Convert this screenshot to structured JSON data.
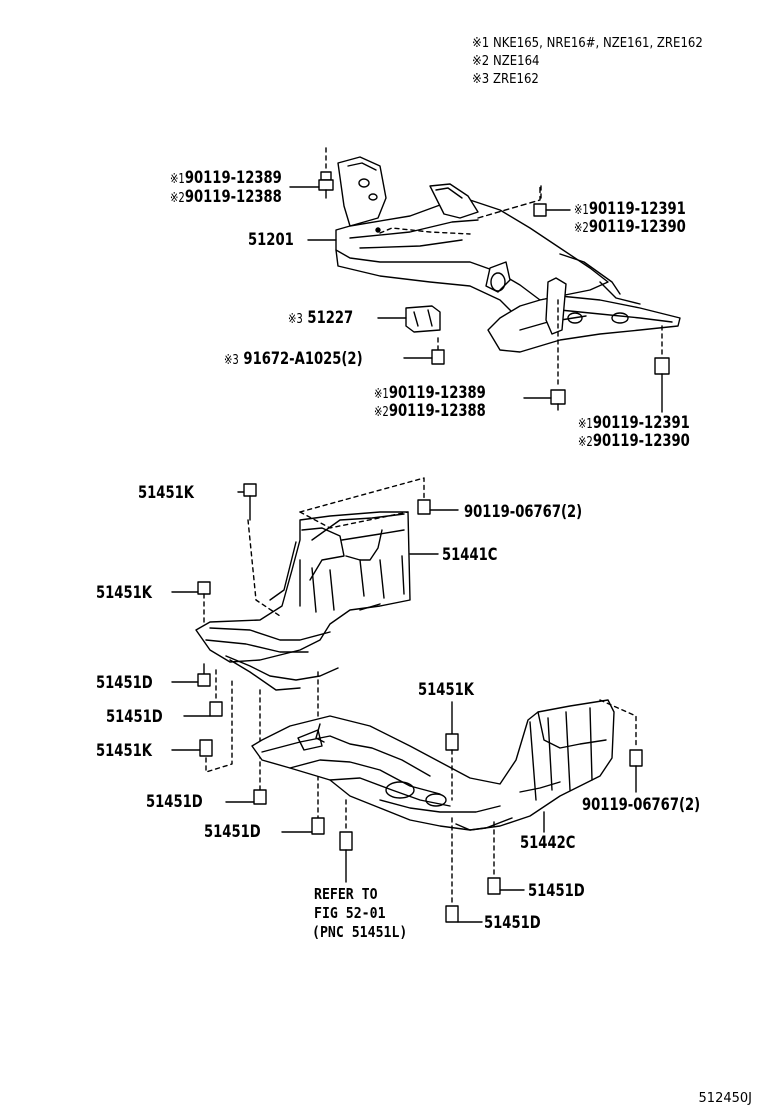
{
  "notes": [
    {
      "mark": "※1",
      "text": "NKE165, NRE16#, NZE161, ZRE162"
    },
    {
      "mark": "※2",
      "text": "NZE164"
    },
    {
      "mark": "※3",
      "text": "ZRE162"
    }
  ],
  "labels": {
    "bolt_top_left_1": {
      "mark": "※1",
      "text": "90119-12389"
    },
    "bolt_top_left_2": {
      "mark": "※2",
      "text": "90119-12388"
    },
    "crossmember": {
      "text": "51201"
    },
    "bolt_top_right_1": {
      "mark": "※1",
      "text": "90119-12391"
    },
    "bolt_top_right_2": {
      "mark": "※2",
      "text": "90119-12390"
    },
    "bracket": {
      "mark": "※3",
      "text": "51227"
    },
    "bracket_bolt": {
      "mark": "※3",
      "text": "91672-A1025(2)"
    },
    "bolt_mid_1": {
      "mark": "※1",
      "text": "90119-12389"
    },
    "bolt_mid_2": {
      "mark": "※2",
      "text": "90119-12388"
    },
    "bolt_rear_right_1": {
      "mark": "※1",
      "text": "90119-12391"
    },
    "bolt_rear_right_2": {
      "mark": "※2",
      "text": "90119-12390"
    },
    "clip_top": {
      "text": "51451K"
    },
    "bolt_cover_top": {
      "text": "90119-06767(2)"
    },
    "cover_front": {
      "text": "51441C"
    },
    "clip_left": {
      "text": "51451K"
    },
    "screw_left_1": {
      "text": "51451D"
    },
    "screw_left_2": {
      "text": "51451D"
    },
    "clip_left_low": {
      "text": "51451K"
    },
    "clip_center": {
      "text": "51451K"
    },
    "bolt_cover_right": {
      "text": "90119-06767(2)"
    },
    "screw_bottom_1": {
      "text": "51451D"
    },
    "screw_bottom_2": {
      "text": "51451D"
    },
    "cover_rear": {
      "text": "51442C"
    },
    "screw_bottom_3": {
      "text": "51451D"
    },
    "screw_bottom_4": {
      "text": "51451D"
    }
  },
  "refer": {
    "line1": "REFER TO",
    "line2": "FIG 52-01",
    "line3": "(PNC 51451L)"
  },
  "figure_code": "512450J"
}
